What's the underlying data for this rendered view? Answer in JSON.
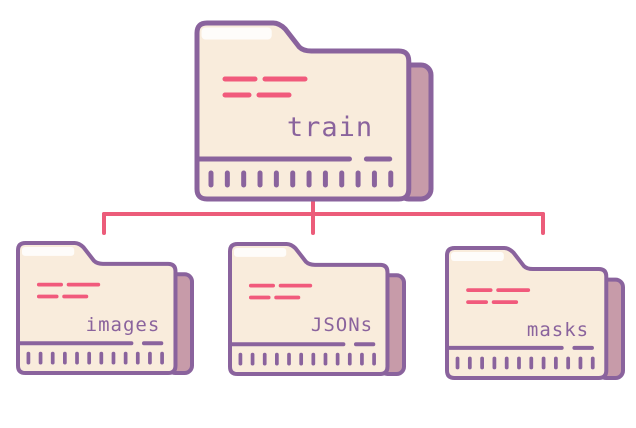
{
  "colors": {
    "outline": "#8a639d",
    "back_panel": "#c79ba9",
    "body": "#f9ecdc",
    "tab_highlight": "#ffffff",
    "accent": "#f15a7c",
    "connector": "#ec5c7a",
    "label": "#8a639d"
  },
  "tree": {
    "root": {
      "label": "train",
      "icon": "folder-icon"
    },
    "children": [
      {
        "label": "images",
        "icon": "folder-icon"
      },
      {
        "label": "JSONs",
        "icon": "folder-icon"
      },
      {
        "label": "masks",
        "icon": "folder-icon"
      }
    ]
  }
}
